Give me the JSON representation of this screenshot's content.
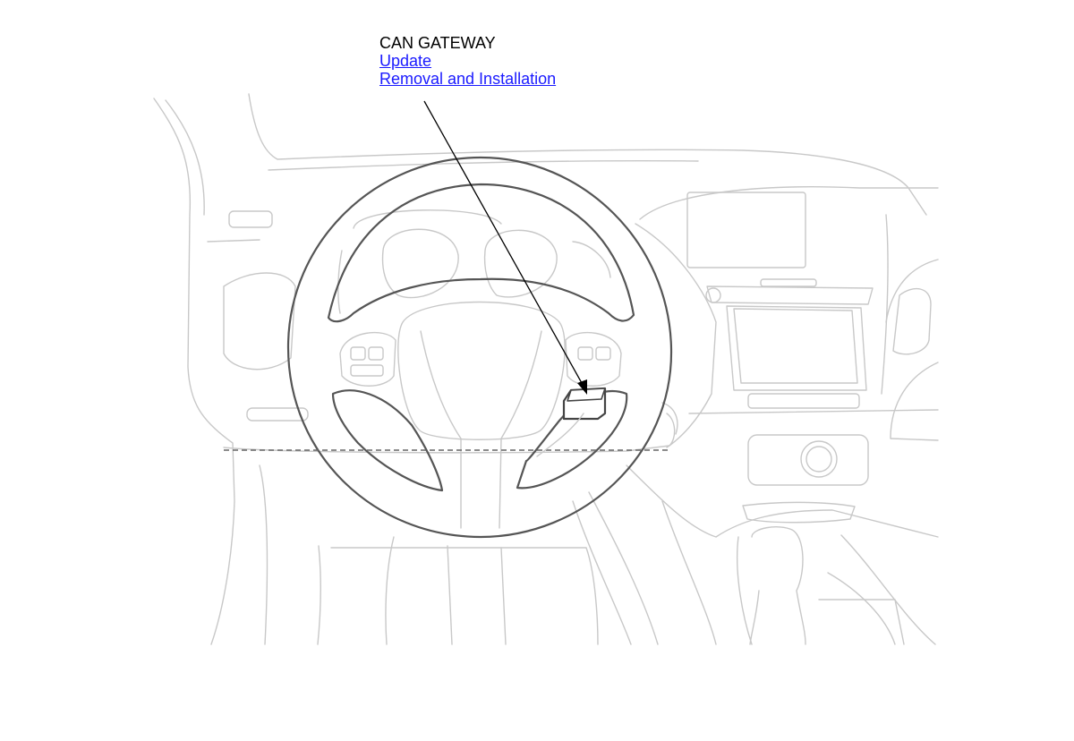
{
  "callout": {
    "title": "CAN GATEWAY",
    "links": [
      {
        "label": "Update"
      },
      {
        "label": "Removal and Installation"
      }
    ]
  },
  "colors": {
    "link": "#1a1aff",
    "outline_light": "#c8c8c8",
    "outline_dark": "#555555",
    "leader": "#000000"
  }
}
